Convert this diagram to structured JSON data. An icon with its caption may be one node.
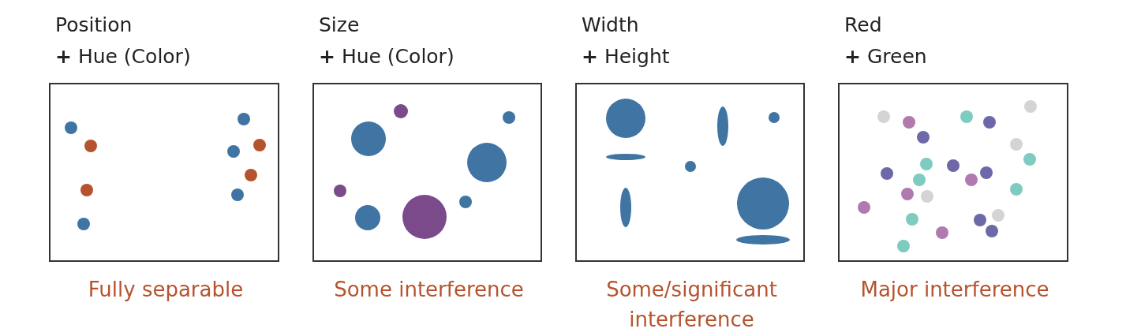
{
  "diagram": {
    "nodes": [
      {
        "text": [
          "Position",
          "**+** Hue (Color)"
        ],
        "beside": [
          "Fully separable"
        ]
      },
      {
        "text": [
          "Size",
          "**+** Hue (Color)"
        ],
        "beside": [
          "Some interference"
        ]
      },
      {
        "text": [
          "Width",
          "**+** Height"
        ],
        "beside": [
          "Some/significant interference"
        ]
      },
      {
        "text": [
          "Red",
          "**+** Green"
        ],
        "beside": [
          "Major interference"
        ]
      }
    ]
  }
}
